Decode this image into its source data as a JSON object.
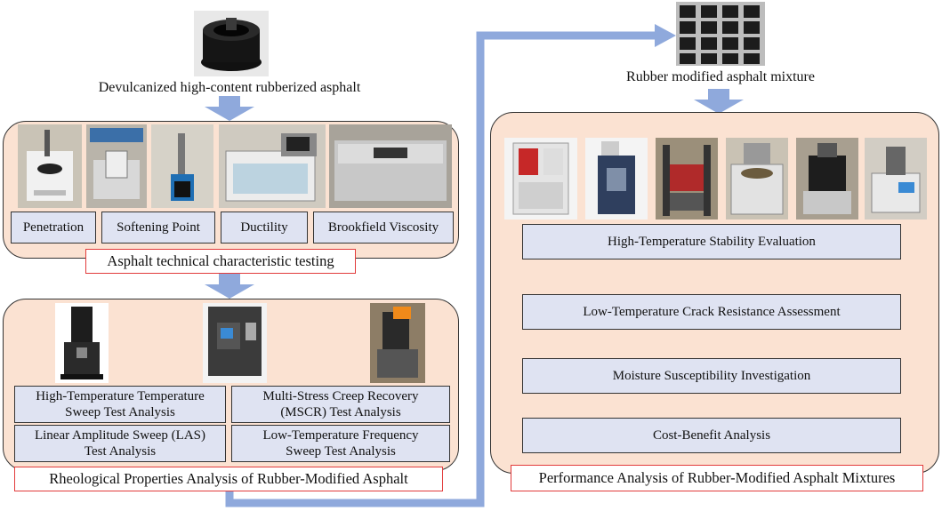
{
  "top_left_caption": "Devulcanized high-content rubberized asphalt",
  "top_right_caption": "Rubber modified asphalt mixture",
  "asphalt_tests": {
    "items": [
      "Penetration",
      "Softening Point",
      "Ductility",
      "Brookfield Viscosity"
    ],
    "label": "Asphalt technical characteristic testing"
  },
  "rheology": {
    "boxes": [
      {
        "line1": "High-Temperature Temperature",
        "line2": "Sweep Test Analysis"
      },
      {
        "line1": "Multi-Stress Creep Recovery",
        "line2": "(MSCR) Test Analysis"
      },
      {
        "line1": "Linear Amplitude Sweep (LAS)",
        "line2": "Test Analysis"
      },
      {
        "line1": "Low-Temperature Frequency",
        "line2": "Sweep Test Analysis"
      }
    ],
    "label": "Rheological Properties Analysis of Rubber-Modified Asphalt"
  },
  "mixture": {
    "items": [
      "High-Temperature Stability Evaluation",
      "Low-Temperature Crack Resistance Assessment",
      "Moisture Susceptibility Investigation",
      "Cost-Benefit Analysis"
    ],
    "label": "Performance Analysis of Rubber-Modified Asphalt Mixtures"
  },
  "colors": {
    "panel_fill": "#fbe2d2",
    "box_fill": "#dfe3f2",
    "label_border": "#e23b3b",
    "arrow": "#8fa9dc"
  }
}
